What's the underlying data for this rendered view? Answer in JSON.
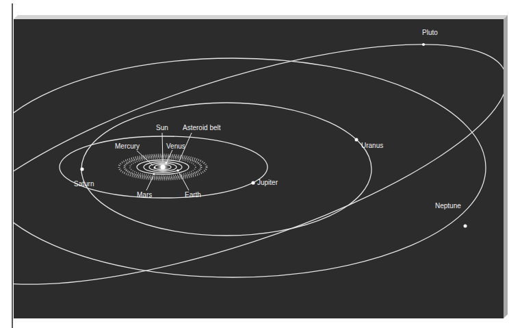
{
  "diagram": {
    "labels": [
      "Pluto",
      "Sun",
      "Asteroid belt",
      "Mercury",
      "Venus",
      "Uranus",
      "Jupiter",
      "Saturn",
      "Mars",
      "Earth",
      "Neptune"
    ]
  }
}
